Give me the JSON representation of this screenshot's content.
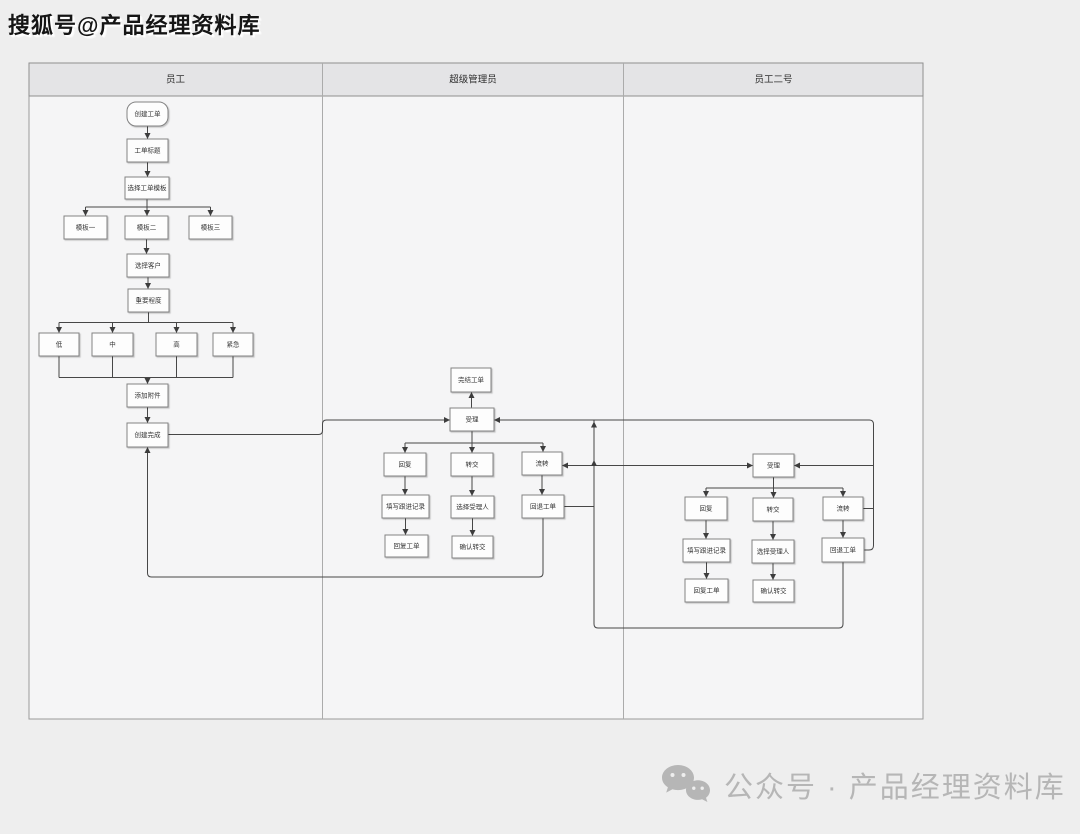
{
  "watermarks": {
    "top": "搜狐号@产品经理资料库",
    "bottom": "公众号 · 产品经理资料库"
  },
  "lanes": [
    {
      "label": "员工"
    },
    {
      "label": "超级管理员"
    },
    {
      "label": "员工二号"
    }
  ],
  "nodes": {
    "employee": {
      "create_ticket": "创建工单",
      "ticket_title": "工单标题",
      "choose_template": "选择工单模板",
      "template_1": "模板一",
      "template_2": "模板二",
      "template_3": "模板三",
      "choose_customer": "选择客户",
      "importance": "重要程度",
      "low": "低",
      "medium": "中",
      "high": "高",
      "urgent": "紧急",
      "add_attachment": "添加附件",
      "create_done": "创建完成"
    },
    "admin": {
      "finish_ticket": "完结工单",
      "accept": "受理",
      "reply": "回复",
      "transfer": "转交",
      "circulate": "流转",
      "fill_record": "填写跟进记录",
      "choose_handler": "选择受理人",
      "rollback_ticket": "回退工单",
      "reply_ticket": "回复工单",
      "confirm_transfer": "确认转交"
    },
    "employee2": {
      "accept": "受理",
      "reply": "回复",
      "transfer": "转交",
      "circulate": "流转",
      "fill_record": "填写跟进记录",
      "choose_handler": "选择受理人",
      "rollback_ticket": "回退工单",
      "reply_ticket": "回复工单",
      "confirm_transfer": "确认转交"
    }
  },
  "colors": {
    "page_bg": "#eeeeee",
    "canvas_bg": "#f5f5f6",
    "lane_header_bg": "#e4e4e6",
    "node_fill": "#fdfdfd",
    "node_border": "#828282",
    "edge": "#474747",
    "watermark_gray": "#b6b6b6"
  }
}
